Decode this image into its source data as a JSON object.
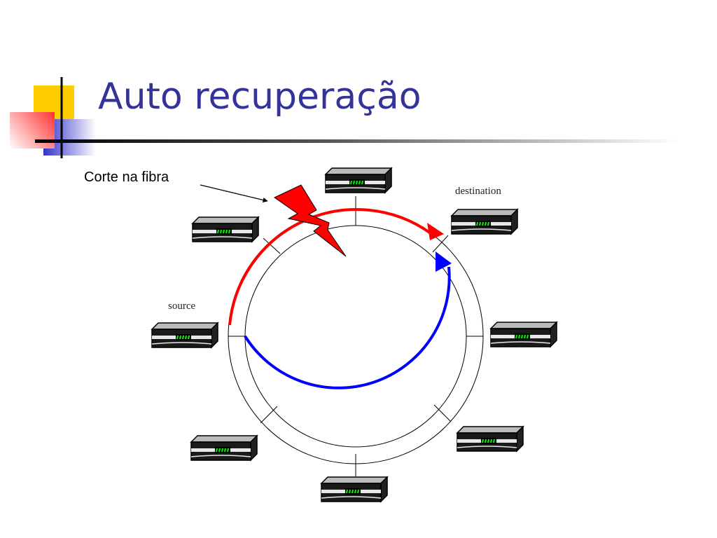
{
  "slide": {
    "title": "Auto recuperação"
  },
  "diagram": {
    "cut_label": "Corte na fibra",
    "source_label": "source",
    "destination_label": "destination",
    "colors": {
      "title": "#333399",
      "primary_path": "#ff0000",
      "backup_path": "#0000ff",
      "accent_yellow": "#ffcc00",
      "accent_blue": "#3333cc",
      "accent_red": "#ff3333",
      "device_led": "#00ff00"
    },
    "nodes": [
      "node-top",
      "node-top-right-destination",
      "node-right",
      "node-bottom-right",
      "node-bottom",
      "node-bottom-left",
      "node-left-source",
      "node-top-left"
    ]
  }
}
